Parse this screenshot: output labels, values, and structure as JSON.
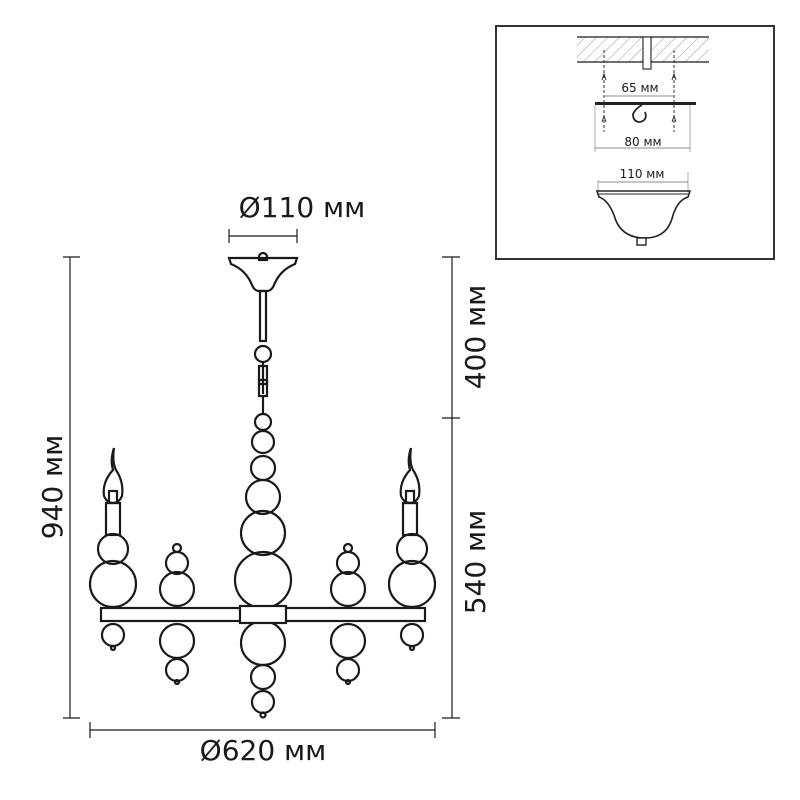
{
  "dimensions": {
    "canopy_diameter": "Ø110 мм",
    "total_height": "940 мм",
    "chain_length": "400 мм",
    "body_height": "540 мм",
    "diameter": "Ø620 мм"
  },
  "mounting_inset": {
    "screw_spacing": "65 мм",
    "plate_width": "80 мм",
    "canopy_width": "110 мм"
  },
  "colors": {
    "line": "#1a1a1a",
    "background": "#ffffff"
  }
}
